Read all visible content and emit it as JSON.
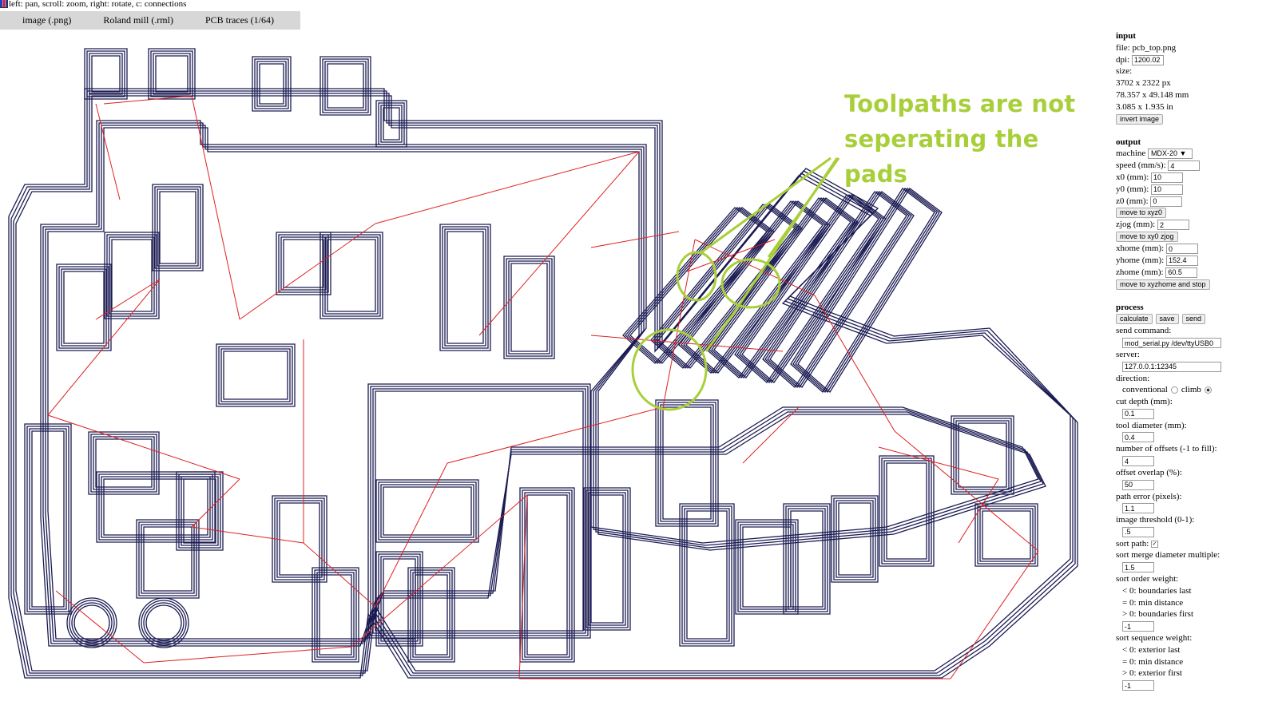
{
  "status": {
    "hint": "left: pan, scroll: zoom, right: rotate, c: connections"
  },
  "menu": {
    "items": [
      "image (.png)",
      "Roland mill (.rml)",
      "PCB traces (1/64)"
    ]
  },
  "annotation": {
    "line1": "Toolpaths are not",
    "line2": "seperating the pads",
    "color": "#a8cf3a"
  },
  "colors": {
    "toolpath": "#1a1a52",
    "connection": "#e02020"
  },
  "input": {
    "title": "input",
    "file_label": "file: pcb_top.png",
    "dpi_label": "dpi:",
    "dpi_value": "1200.02",
    "size_label": "size:",
    "size_px": "3702 x 2322 px",
    "size_mm": "78.357 x 49.148 mm",
    "size_in": "3.085 x 1.935 in",
    "invert_button": "invert image"
  },
  "output": {
    "title": "output",
    "machine_label": "machine",
    "machine_value": "MDX-20",
    "speed_label": "speed (mm/s):",
    "speed_value": "4",
    "x0_label": "x0 (mm):",
    "x0_value": "10",
    "y0_label": "y0 (mm):",
    "y0_value": "10",
    "z0_label": "z0 (mm):",
    "z0_value": "0",
    "move_xyz0_button": "move to xyz0",
    "zjog_label": "zjog (mm):",
    "zjog_value": "2",
    "move_xy0_button": "move to xy0 zjog",
    "xhome_label": "xhome (mm):",
    "xhome_value": "0",
    "yhome_label": "yhome (mm):",
    "yhome_value": "152.4",
    "zhome_label": "zhome (mm):",
    "zhome_value": "60.5",
    "move_home_button": "move to xyzhome and stop"
  },
  "process": {
    "title": "process",
    "calculate_button": "calculate",
    "save_button": "save",
    "send_button": "send",
    "send_command_label": "send command:",
    "send_command_value": "mod_serial.py /dev/ttyUSB0",
    "server_label": "server:",
    "server_value": "127.0.0.1:12345",
    "direction_label": "direction:",
    "conventional_label": "conventional",
    "climb_label": "climb",
    "cut_depth_label": "cut depth (mm):",
    "cut_depth_value": "0.1",
    "tool_diameter_label": "tool diameter (mm):",
    "tool_diameter_value": "0.4",
    "offsets_label": "number of offsets (-1 to fill):",
    "offsets_value": "4",
    "overlap_label": "offset overlap (%):",
    "overlap_value": "50",
    "path_error_label": "path error (pixels):",
    "path_error_value": "1.1",
    "threshold_label": "image threshold (0-1):",
    "threshold_value": ".5",
    "sort_path_label": "sort path:",
    "merge_label": "sort merge diameter multiple:",
    "merge_value": "1.5",
    "order_weight_label": "sort order weight:",
    "order_lt": "< 0: boundaries last",
    "order_eq": "= 0: min distance",
    "order_gt": "> 0: boundaries first",
    "order_value": "-1",
    "sequence_weight_label": "sort sequence weight:",
    "seq_lt": "< 0: exterior last",
    "seq_eq": "= 0: min distance",
    "seq_gt": "> 0: exterior first",
    "seq_value": "-1"
  }
}
